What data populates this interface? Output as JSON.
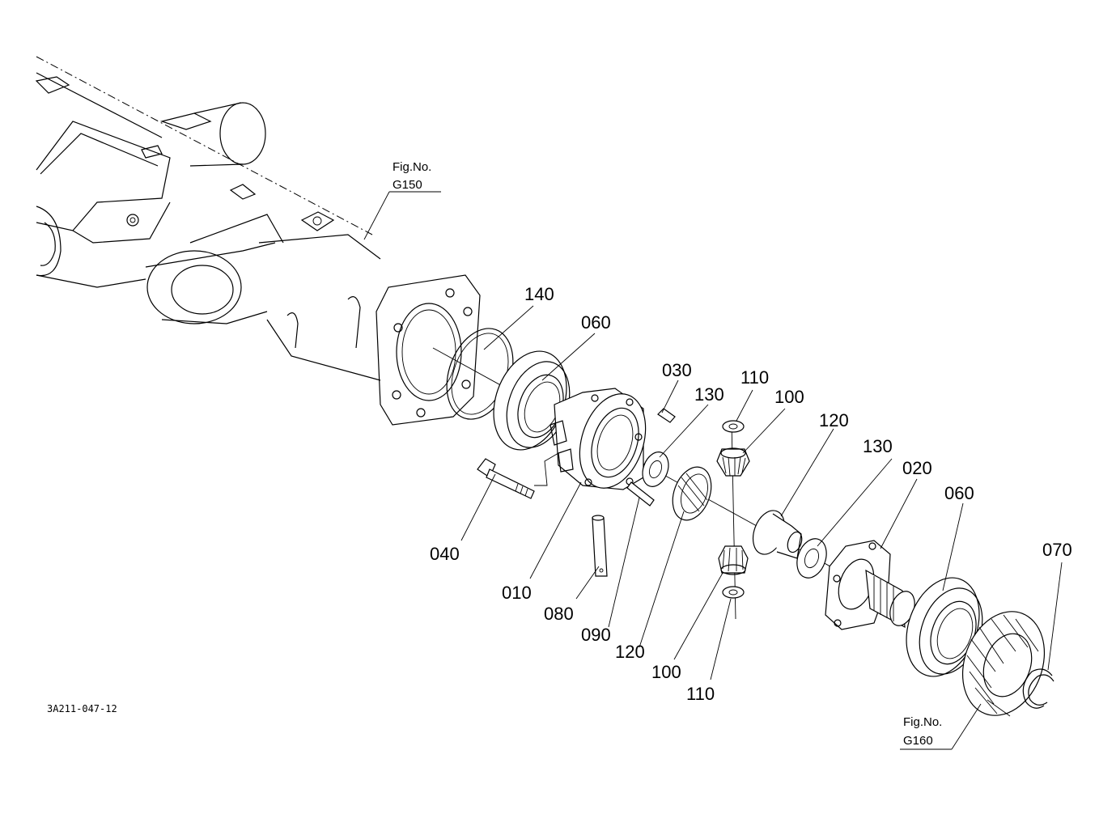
{
  "diagram": {
    "document_code": "3A211-047-12",
    "figure_refs": [
      {
        "label": "Fig.No.",
        "number": "G150"
      },
      {
        "label": "Fig.No.",
        "number": "G160"
      }
    ],
    "callouts": [
      "140",
      "060",
      "030",
      "130",
      "110",
      "100",
      "120",
      "130",
      "020",
      "060",
      "070",
      "040",
      "010",
      "080",
      "090",
      "120",
      "100",
      "110"
    ]
  }
}
